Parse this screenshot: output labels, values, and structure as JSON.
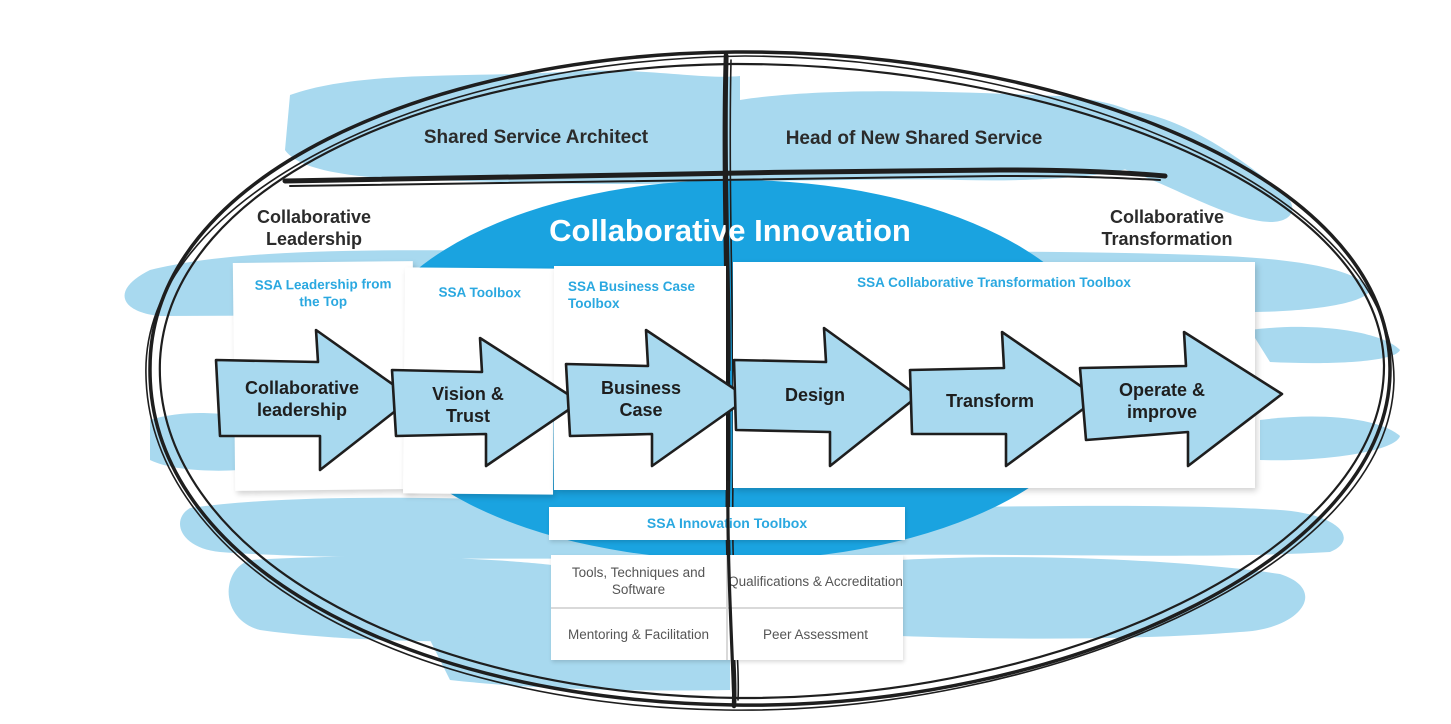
{
  "colors": {
    "brush_blue": "#a8d9ef",
    "core_blue": "#1aa3e0",
    "toolbox_text": "#2aa8e0",
    "ink": "#1e1e1e"
  },
  "quadrants": {
    "top_left": "Shared Service Architect",
    "top_right": "Head of New Shared Service",
    "left": "Collaborative Leadership",
    "right": "Collaborative Transformation"
  },
  "center_title": "Collaborative Innovation",
  "toolboxes": [
    {
      "label": "SSA Leadership from the Top"
    },
    {
      "label": "SSA Toolbox"
    },
    {
      "label": "SSA  Business Case Toolbox"
    },
    {
      "label": "SSA  Collaborative Transformation Toolbox"
    }
  ],
  "stages": [
    {
      "label": "Collaborative leadership"
    },
    {
      "label": "Vision & Trust"
    },
    {
      "label": "Business Case"
    },
    {
      "label": "Design"
    },
    {
      "label": "Transform"
    },
    {
      "label": "Operate & improve"
    }
  ],
  "innovation_toolbox": {
    "title": "SSA  Innovation Toolbox",
    "cells": [
      "Tools, Techniques and Software",
      "Qualifications & Accreditation",
      "Mentoring & Facilitation",
      "Peer Assessment"
    ]
  }
}
